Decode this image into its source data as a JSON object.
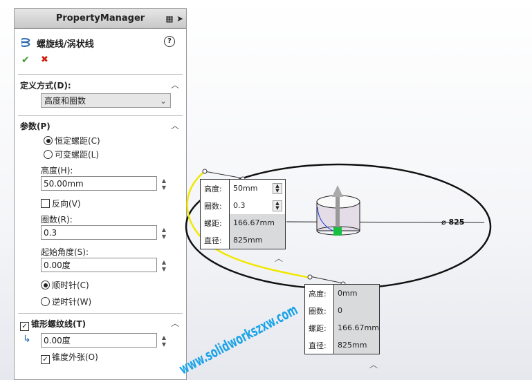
{
  "panel": {
    "title": "PropertyManager",
    "feature_title": "螺旋线/涡状线",
    "help": "?",
    "ok": "✔",
    "cancel": "✖",
    "define_by": {
      "label": "定义方式(D):",
      "value": "高度和圈数"
    },
    "params": {
      "label": "参数(P)",
      "constant_pitch": "恒定螺距(C)",
      "variable_pitch": "可变螺距(L)",
      "constant_pitch_selected": true,
      "height_label": "高度(H):",
      "height_value": "50.00mm",
      "reverse": "反向(V)",
      "reverse_checked": false,
      "revolutions_label": "圈数(R):",
      "revolutions_value": "0.3",
      "start_angle_label": "起始角度(S):",
      "start_angle_value": "0.00度",
      "clockwise": "顺时针(C)",
      "counterclockwise": "逆时针(W)",
      "clockwise_selected": true
    },
    "taper": {
      "label": "锥形螺纹线(T)",
      "checked": true,
      "angle_value": "0.00度",
      "taper_outward": "锥度外张(O)",
      "taper_outward_checked": true
    }
  },
  "viewport": {
    "callout_top": {
      "rows": [
        {
          "label": "高度:",
          "value": "50mm"
        },
        {
          "label": "圈数:",
          "value": "0.3"
        },
        {
          "label": "螺距:",
          "value": "166.67mm"
        },
        {
          "label": "直径:",
          "value": "825mm"
        }
      ]
    },
    "callout_bottom": {
      "rows": [
        {
          "label": "高度:",
          "value": "0mm"
        },
        {
          "label": "圈数:",
          "value": "0"
        },
        {
          "label": "螺距:",
          "value": "166.67mm"
        },
        {
          "label": "直径:",
          "value": "825mm"
        }
      ]
    },
    "diameter_dim": "⌀ 825",
    "watermark": "www.solidworkszxw.com"
  }
}
